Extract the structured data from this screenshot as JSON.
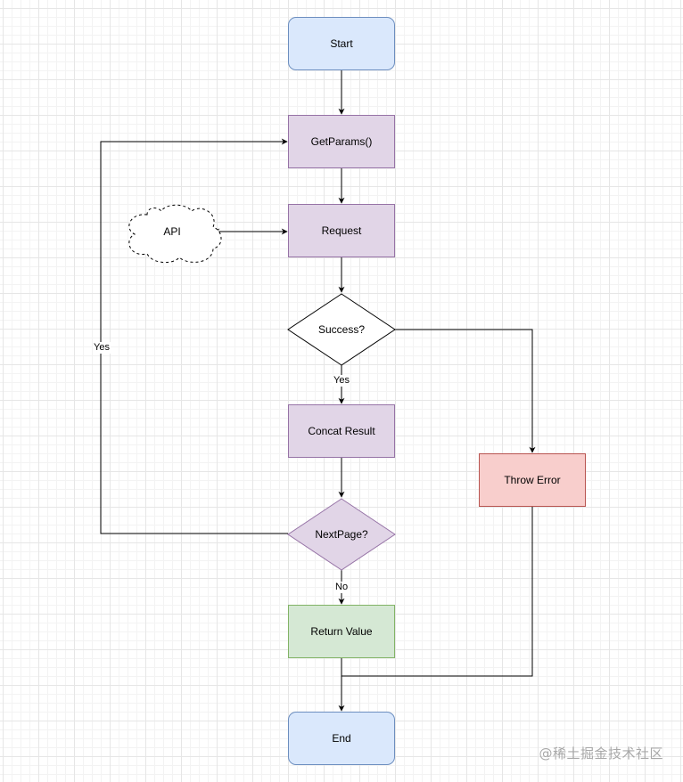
{
  "diagram": {
    "nodes": {
      "start": {
        "label": "Start",
        "fill": "#dae8fc",
        "stroke": "#6c8ebf"
      },
      "get_params": {
        "label": "GetParams()",
        "fill": "#e1d5e7",
        "stroke": "#9673a6"
      },
      "api": {
        "label": "API",
        "fill": "#ffffff",
        "stroke": "#000000",
        "shape": "cloud"
      },
      "request": {
        "label": "Request",
        "fill": "#e1d5e7",
        "stroke": "#9673a6"
      },
      "success": {
        "label": "Success?",
        "fill": "#ffffff",
        "stroke": "#000000",
        "shape": "diamond"
      },
      "concat_result": {
        "label": "Concat Result",
        "fill": "#e1d5e7",
        "stroke": "#9673a6"
      },
      "throw_error": {
        "label": "Throw Error",
        "fill": "#f8cecc",
        "stroke": "#b85450"
      },
      "next_page": {
        "label": "NextPage?",
        "fill": "#e1d5e7",
        "stroke": "#9673a6",
        "shape": "diamond"
      },
      "return_value": {
        "label": "Return Value",
        "fill": "#d5e8d4",
        "stroke": "#82b366"
      },
      "end": {
        "label": "End",
        "fill": "#dae8fc",
        "stroke": "#6c8ebf"
      }
    },
    "edge_labels": {
      "success_yes": "Yes",
      "next_page_yes": "Yes",
      "next_page_no": "No"
    }
  },
  "watermark": "@稀土掘金技术社区"
}
